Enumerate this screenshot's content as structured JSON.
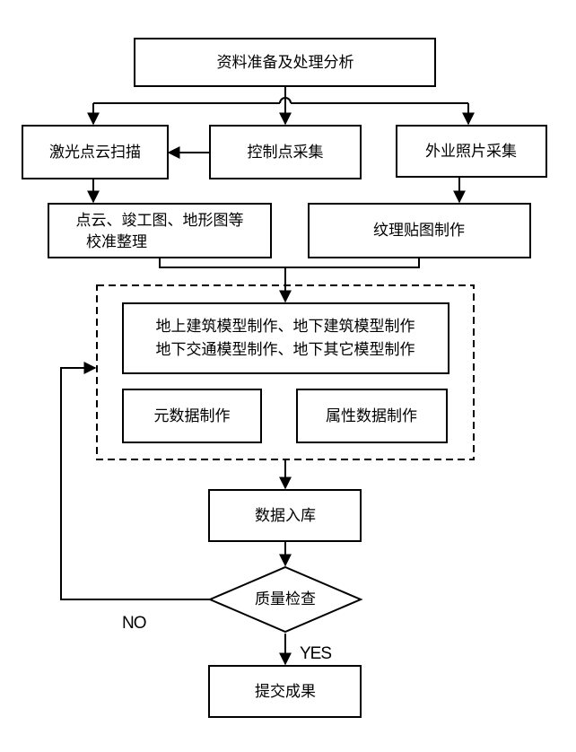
{
  "nodes": {
    "prep": "资料准备及处理分析",
    "laser": "激光点云扫描",
    "control": "控制点采集",
    "photo": "外业照片采集",
    "calib_line1": "点云、竣工图、地形图等",
    "calib_line2": "校准整理",
    "texture": "纹理贴图制作",
    "model_line1": "地上建筑模型制作、地下建筑模型制作",
    "model_line2": "地下交通模型制作、地下其它模型制作",
    "metadata": "元数据制作",
    "attribute": "属性数据制作",
    "db": "数据入库",
    "qc": "质量检查",
    "submit": "提交成果"
  },
  "edge_labels": {
    "no": "NO",
    "yes": "YES"
  }
}
